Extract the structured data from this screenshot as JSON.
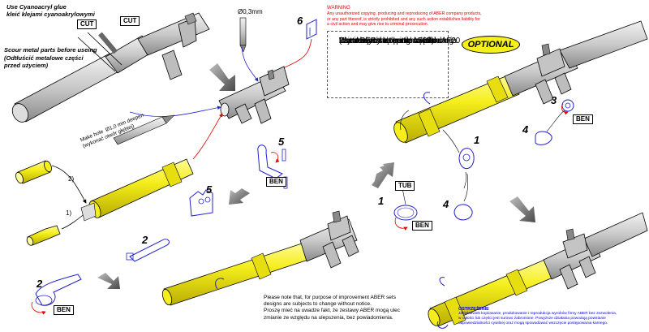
{
  "top_left": {
    "glue_note": [
      "Use Cyanoacryl glue",
      "kleić klejami cyanoakrylowymi"
    ],
    "cut_labels": [
      "CUT",
      "CUT"
    ],
    "scour_note": [
      "Scour metal parts before useing",
      "(Odtłuścić metalowe części",
      "przed użyciem)"
    ]
  },
  "drill": {
    "diameter_top": "Ø0,3mm",
    "hole_note": [
      "Make hole  Ø1,0 mm deepen",
      "(wykonać otwór głębiej)"
    ]
  },
  "warning": {
    "title": "WARNING",
    "lines": [
      "Any unauthorized copying, producing and reproducing of ABER company products,",
      "or any part thereof, is strictly prohibited and any such action establishes liability for",
      "a civil action and may give rise to criminal prosecution."
    ]
  },
  "advice_lines": [
    "We advise that better method",
    "to join metal to metal is soldering.",
    "Use ABER soldering solution AF20",
    "(doradzamy łączenie części",
    "metalowych za pomocą lutowania.",
    "Zastosuj nasz topnik AF20)"
  ],
  "optional_label": "OPTIONAL",
  "part_numbers": {
    "p6": "6",
    "p5a": "5",
    "p5b": "5",
    "p2a": "2",
    "p2b": "2",
    "p1a": "1",
    "p1b": "1",
    "p3": "3",
    "p4a": "4",
    "p4b": "4",
    "step1": "1)",
    "step2": "2)"
  },
  "bend_labels": [
    "BEN",
    "BEN",
    "BEN",
    "BEN"
  ],
  "tub_label": "TUB",
  "note_lines": [
    "Please note that, for purpose of improvement ABER sets",
    "designs are subjects to change without notice.",
    "Proszę mieć na uwadze fakt, że zestawy ABER mogą ulec",
    "zmianie ze względu na ulepszenia, bez powiadomienia."
  ],
  "ostrzezenie": {
    "title": "OSTRZEŻENIE",
    "lines": [
      "Jakiekolwiek kopiowanie, produkowanie i reprodukcja wyrobów firmy ABER bez zezwolenia,",
      "w całości lub części jest surowo zabronione. Powyższe działania powodują powstanie",
      "odpowiedzialności cywilnej oraz mogą spowodować wszczęcie postępowania karnego."
    ]
  },
  "colors": {
    "part_yellow": "#f5ee1c",
    "photo_etch_blue": "#2222cc",
    "warning_red": "#e00000",
    "gun_grey": "#c8c8c8"
  }
}
